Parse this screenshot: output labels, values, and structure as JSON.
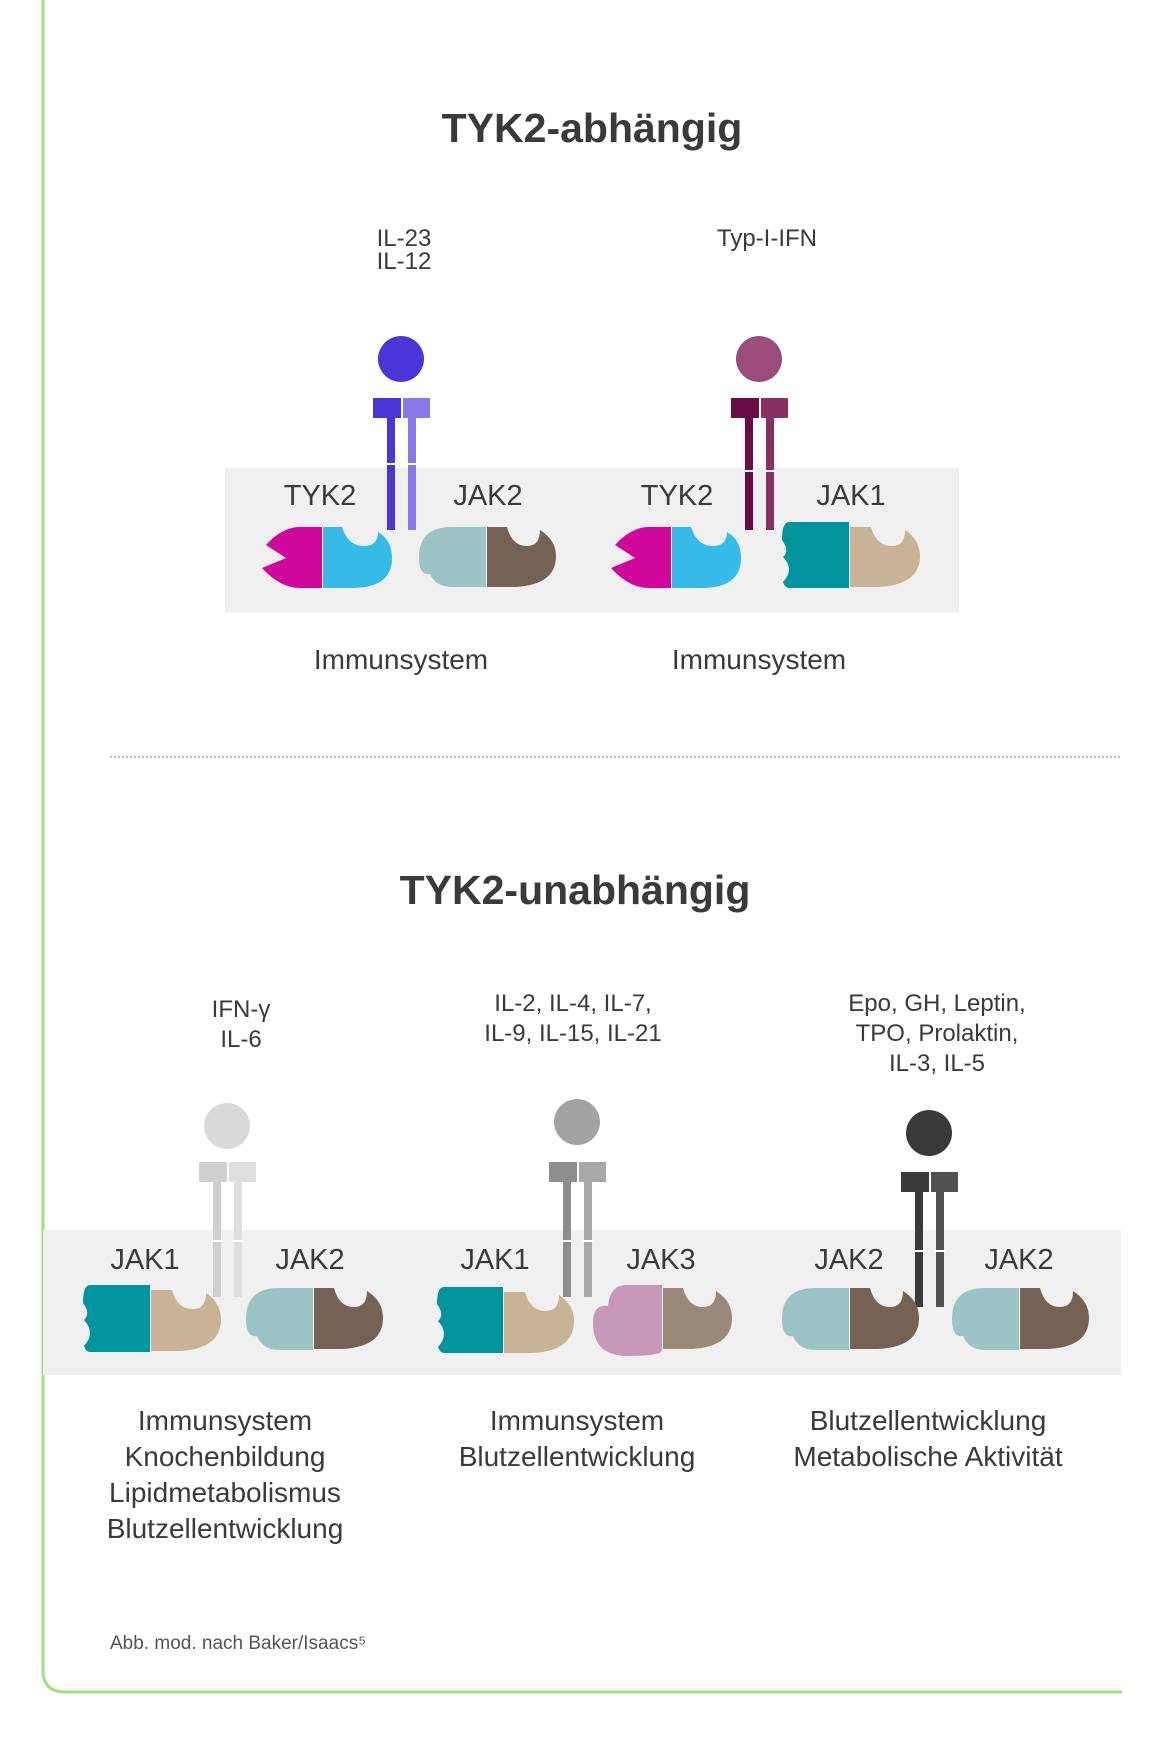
{
  "colors": {
    "frame": "#9be37c",
    "band": "#f0f0f0",
    "tyk2_a": "#d0079b",
    "tyk2_b": "#36bbe8",
    "jak1_a": "#00959e",
    "jak1_b": "#c9b397",
    "jak2_a": "#9cc4c4",
    "jak2_b": "#756254",
    "jak3_a": "#c898b8",
    "jak3_b": "#9a8878"
  },
  "top": {
    "title": "TYK2-abhängig",
    "panels": [
      {
        "cytokines": [
          "IL-23",
          "IL-12"
        ],
        "left_kinase": "TYK2",
        "right_kinase": "JAK2",
        "ligand_color": "#4a35d9",
        "receptor_dark": "#4a35d9",
        "receptor_light": "#8a78ea",
        "functions": [
          "Immunsystem"
        ]
      },
      {
        "cytokines": [
          "Typ-I-IFN"
        ],
        "left_kinase": "TYK2",
        "right_kinase": "JAK1",
        "ligand_color": "#9b4c7c",
        "receptor_dark": "#6b0d45",
        "receptor_light": "#8a2f64",
        "functions": [
          "Immunsystem"
        ]
      }
    ]
  },
  "bottom": {
    "title": "TYK2-unabhängig",
    "panels": [
      {
        "cytokines": [
          "IFN-γ",
          "IL-6"
        ],
        "left_kinase": "JAK1",
        "right_kinase": "JAK2",
        "ligand_color": "#d9d9d9",
        "receptor_dark": "#cfcfcf",
        "receptor_light": "#dedede",
        "functions": [
          "Immunsystem",
          "Knochenbildung",
          "Lipidmetabolismus",
          "Blutzellentwicklung"
        ]
      },
      {
        "cytokines": [
          "IL-2, IL-4, IL-7,",
          "IL-9, IL-15, IL-21"
        ],
        "left_kinase": "JAK1",
        "right_kinase": "JAK3",
        "ligand_color": "#a3a3a3",
        "receptor_dark": "#8d8d8d",
        "receptor_light": "#a8a8a8",
        "functions": [
          "Immunsystem",
          "Blutzellentwicklung"
        ]
      },
      {
        "cytokines": [
          "Epo, GH, Leptin,",
          "TPO, Prolaktin,",
          "IL-3, IL-5"
        ],
        "left_kinase": "JAK2",
        "right_kinase": "JAK2",
        "ligand_color": "#3a3a3a",
        "receptor_dark": "#3a3a3a",
        "receptor_light": "#525252",
        "functions": [
          "Blutzellentwicklung",
          "Metabolische Aktivität"
        ]
      }
    ]
  },
  "footnote": "Abb. mod. nach Baker/Isaacs⁵"
}
